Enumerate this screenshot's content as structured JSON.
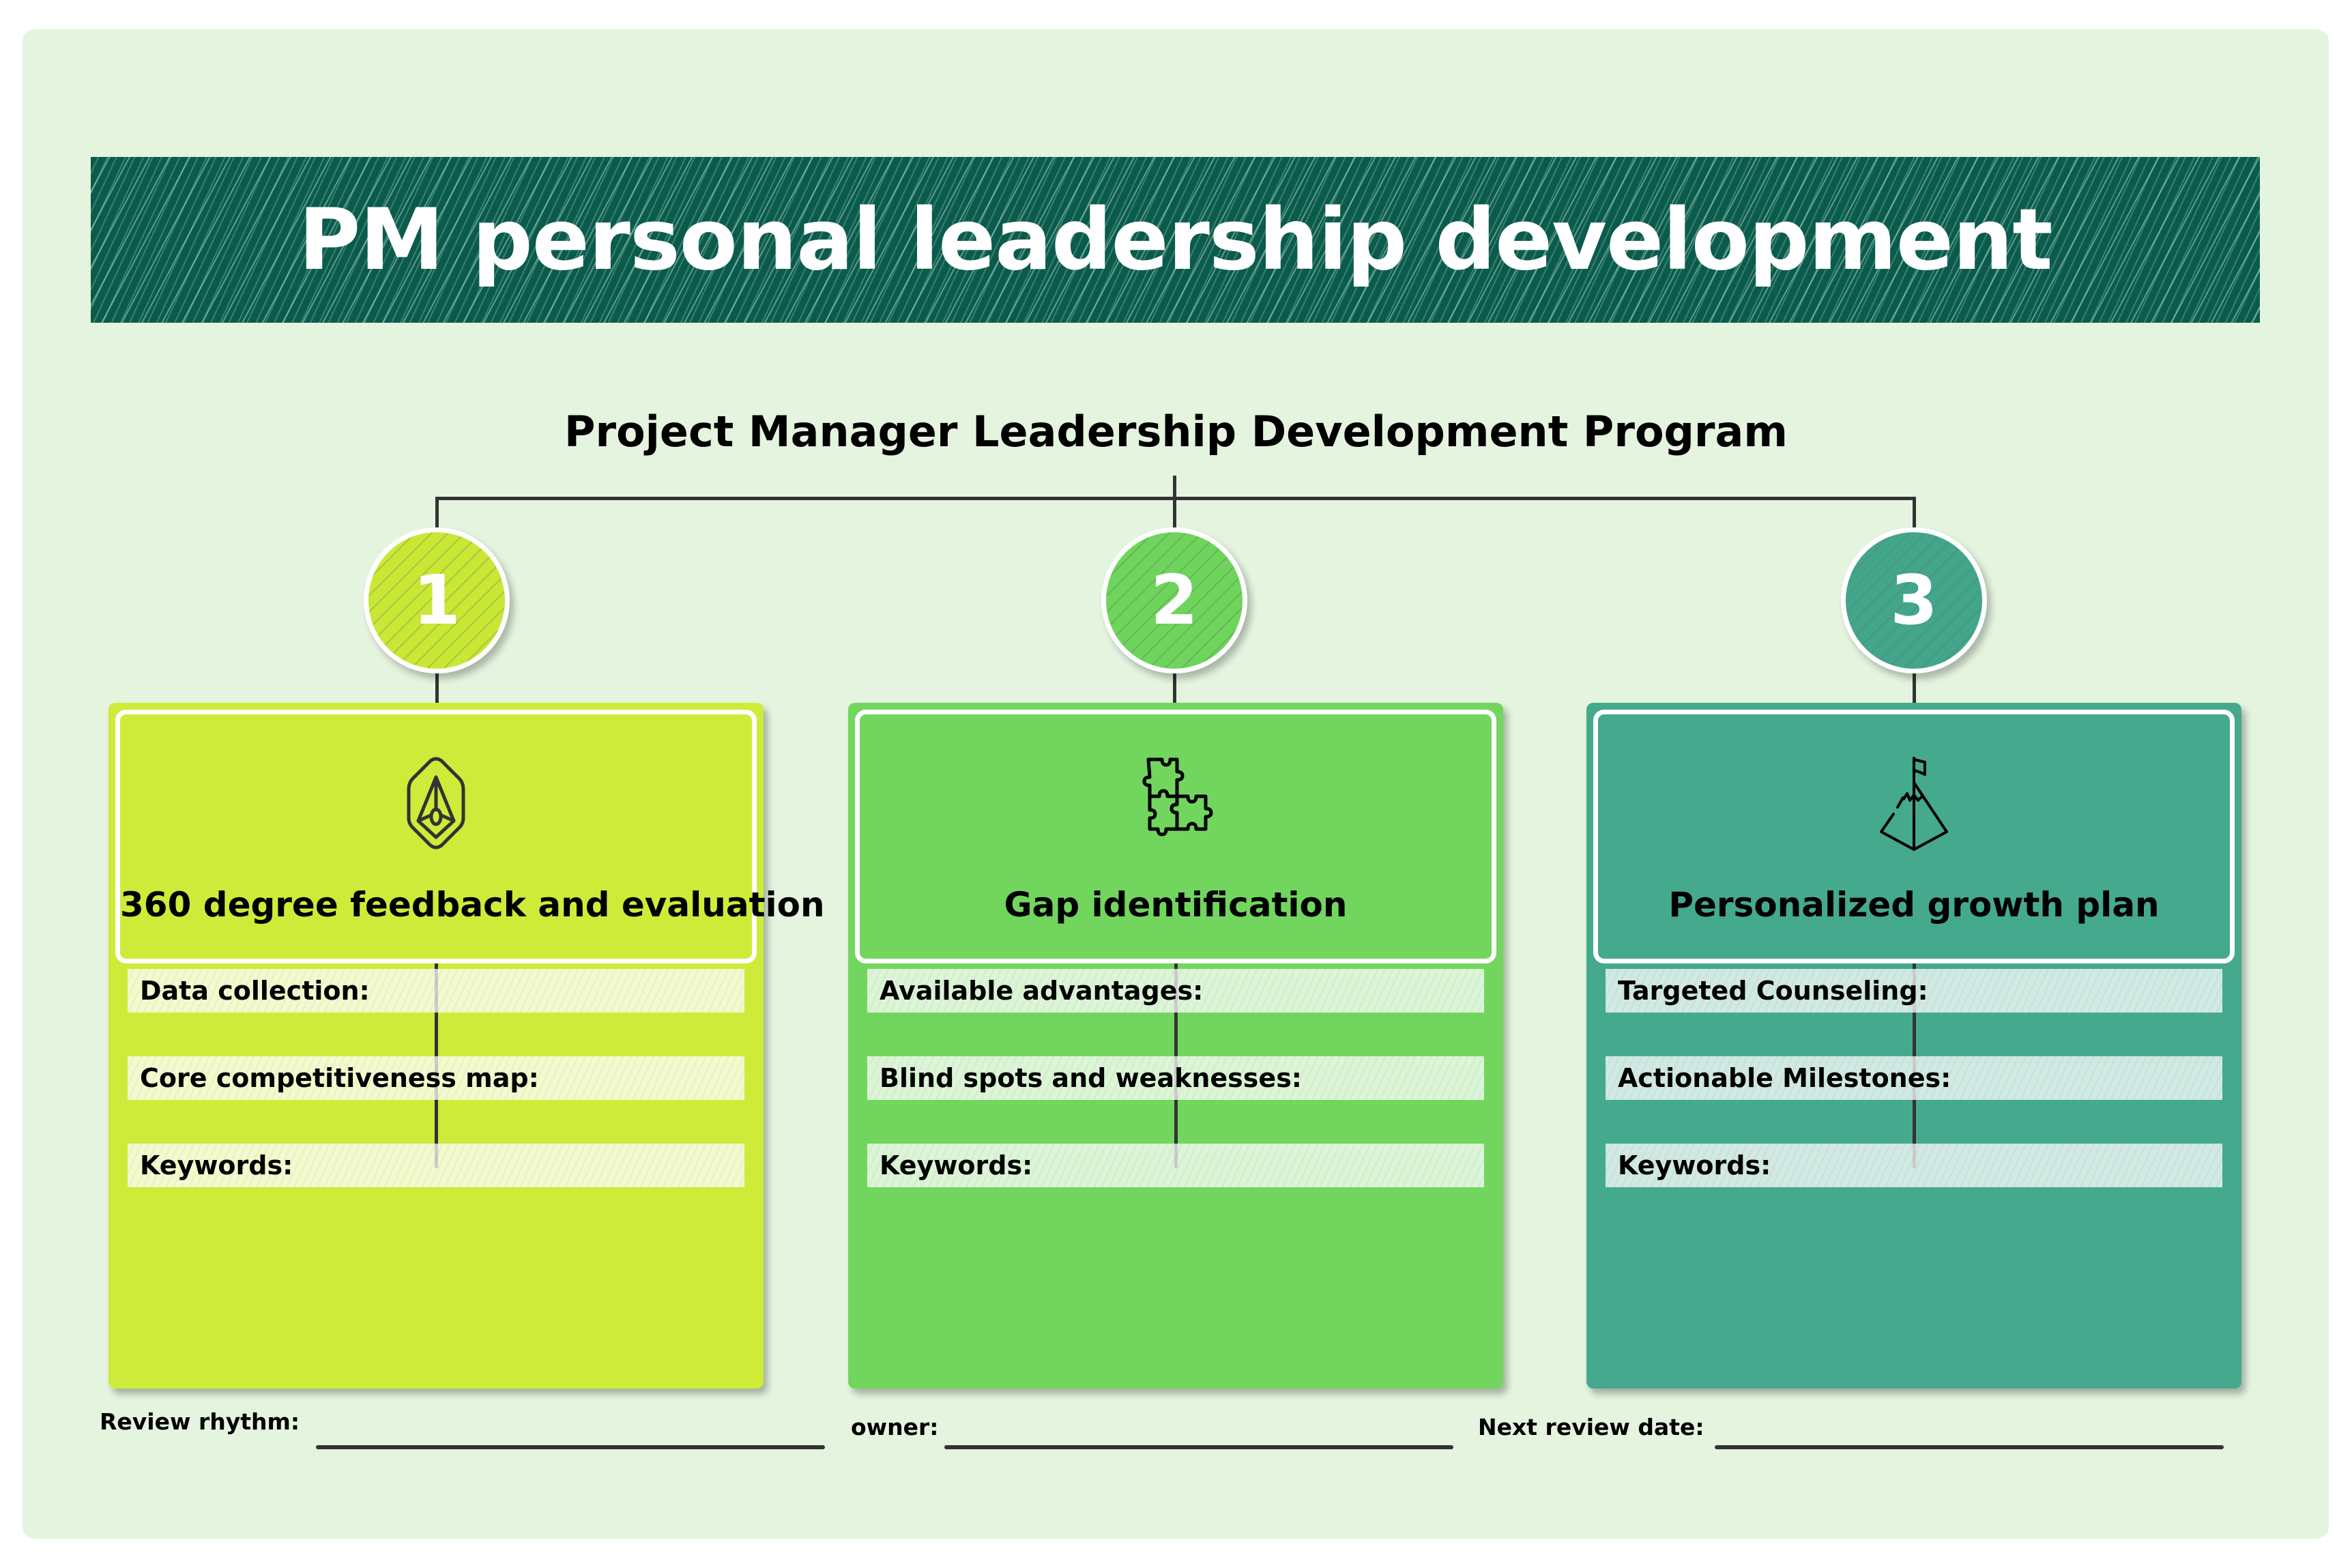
{
  "header": {
    "title": "PM personal leadership development",
    "subtitle": "Project Manager Leadership Development Program"
  },
  "colors": {
    "background": "#e4f4df",
    "title_bar": "#0b5b4c",
    "card_1": "#cfeb3a",
    "card_2": "#72d65e",
    "card_3": "#45a98d",
    "connector": "#333333"
  },
  "steps": [
    {
      "number": "1",
      "icon": "hexagon-gem-icon",
      "title": "360 degree feedback and evaluation",
      "rows": [
        "Data collection:",
        "Core competitiveness map:",
        "Keywords:"
      ]
    },
    {
      "number": "2",
      "icon": "puzzle-pieces-icon",
      "title": "Gap identification",
      "rows": [
        "Available advantages:",
        "Blind spots and weaknesses:",
        "Keywords:"
      ]
    },
    {
      "number": "3",
      "icon": "mountain-flag-icon",
      "title": "Personalized growth plan",
      "rows": [
        "Targeted Counseling:",
        "Actionable Milestones:",
        "Keywords:"
      ]
    }
  ],
  "footer": {
    "review_rhythm_label": "Review rhythm:",
    "review_rhythm_value": "",
    "owner_label": "owner:",
    "owner_value": "",
    "next_review_label": "Next review date:",
    "next_review_value": ""
  }
}
